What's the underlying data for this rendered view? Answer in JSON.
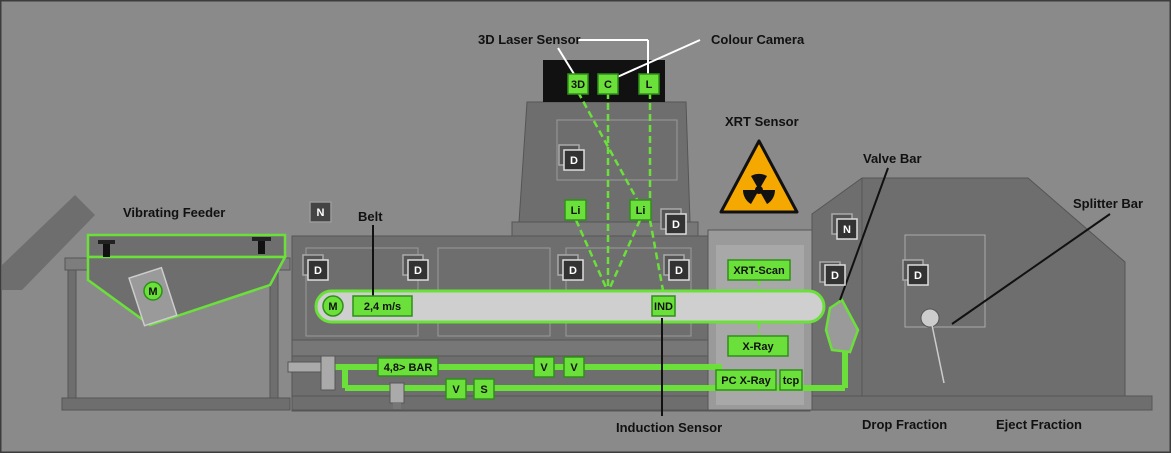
{
  "labels": {
    "laser_sensor": "3D Laser Sensor",
    "colour_camera": "Colour Camera",
    "xrt_sensor": "XRT Sensor",
    "valve_bar": "Valve Bar",
    "splitter_bar": "Splitter Bar",
    "vibrating_feeder": "Vibrating Feeder",
    "belt": "Belt",
    "induction_sensor": "Induction Sensor",
    "drop_fraction": "Drop Fraction",
    "eject_fraction": "Eject Fraction"
  },
  "tags": {
    "sensor_3d": "3D",
    "sensor_c": "C",
    "sensor_l": "L",
    "light_1": "Li",
    "light_2": "Li",
    "belt_motor": "M",
    "feeder_motor": "M",
    "belt_speed": "2,4 m/s",
    "induction": "IND",
    "xrt_scan": "XRT-Scan",
    "xray": "X-Ray",
    "pressure": "4,8> BAR",
    "valve_1": "V",
    "valve_2": "V",
    "valve_3": "V",
    "s": "S",
    "pc_xray": "PC X-Ray",
    "tcp": "tcp"
  },
  "d_label": "D",
  "n_label": "N",
  "colors": {
    "green": "#6be03a",
    "green_dark": "#2f8f1a",
    "machine_gray": "#6e6e6e",
    "machine_light": "#7d7d7d",
    "background": "#8a8a8a",
    "hazard_yellow": "#f5a800"
  }
}
